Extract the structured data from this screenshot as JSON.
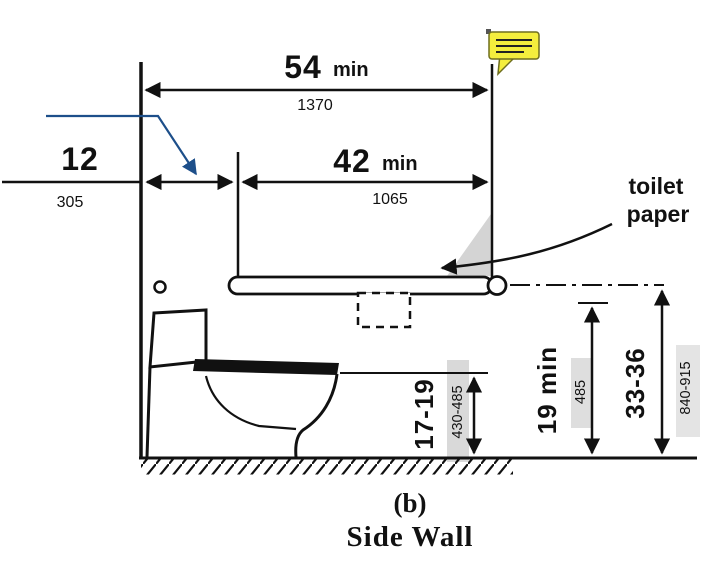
{
  "figure": {
    "caption": {
      "index": "(b)",
      "title": "Side Wall"
    },
    "labels": {
      "toilet_paper": {
        "line1": "toilet",
        "line2": "paper"
      }
    },
    "dimensions": {
      "rear_wall_to_front": {
        "value": "54",
        "unit": "min",
        "metric": "1370"
      },
      "grab_bar_length": {
        "value": "42",
        "unit": "min",
        "metric": "1065"
      },
      "rear_wall_offset": {
        "value": "12",
        "metric": "305"
      },
      "seat_height": {
        "value": "17-19",
        "metric": "430-485"
      },
      "dispenser_height": {
        "value": "19 min",
        "metric": "485"
      },
      "grab_bar_height": {
        "value": "33-36",
        "metric": "840-915"
      }
    },
    "annotations": {
      "note_icon": "comment-note-icon",
      "note_fill": "#f4ee3d",
      "note_border": "#6e6e1e",
      "pointer_arrow_color": "#1d4f8a"
    },
    "colors": {
      "ink": "#111111",
      "background": "#ffffff",
      "shading": "#cccccc"
    }
  }
}
